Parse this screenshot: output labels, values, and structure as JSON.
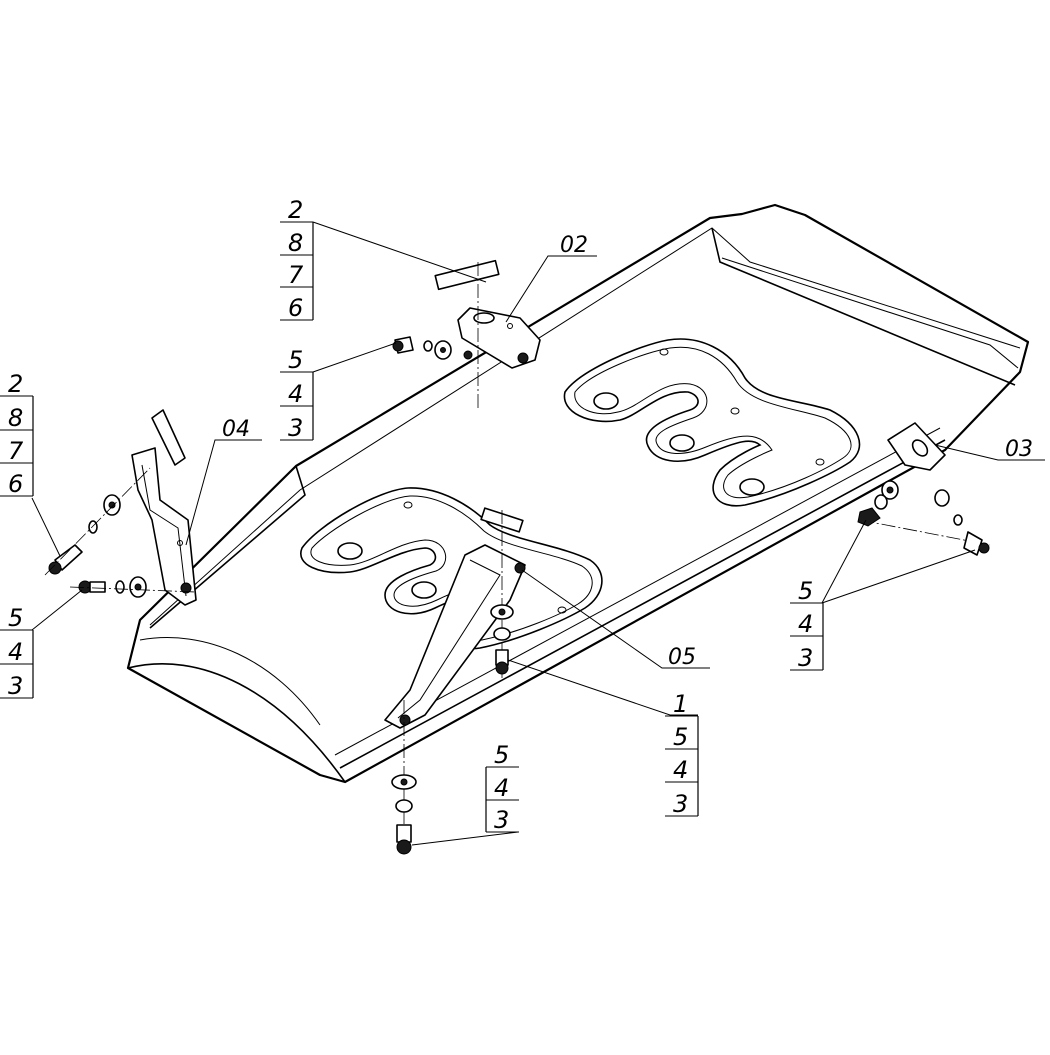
{
  "diagram": {
    "labels": {
      "part_02": "02",
      "part_03": "03",
      "part_04": "04",
      "part_05": "05"
    },
    "stacks": {
      "top_bracket": [
        "2",
        "8",
        "7",
        "6"
      ],
      "top_bolt": [
        "5",
        "4",
        "3"
      ],
      "left_bracket": [
        "2",
        "8",
        "7",
        "6"
      ],
      "left_bolt": [
        "5",
        "4",
        "3"
      ],
      "right_bolt": [
        "5",
        "4",
        "3"
      ],
      "center_bolt": [
        "1",
        "5",
        "4",
        "3"
      ],
      "bottom_bolt": [
        "5",
        "4",
        "3"
      ]
    }
  }
}
